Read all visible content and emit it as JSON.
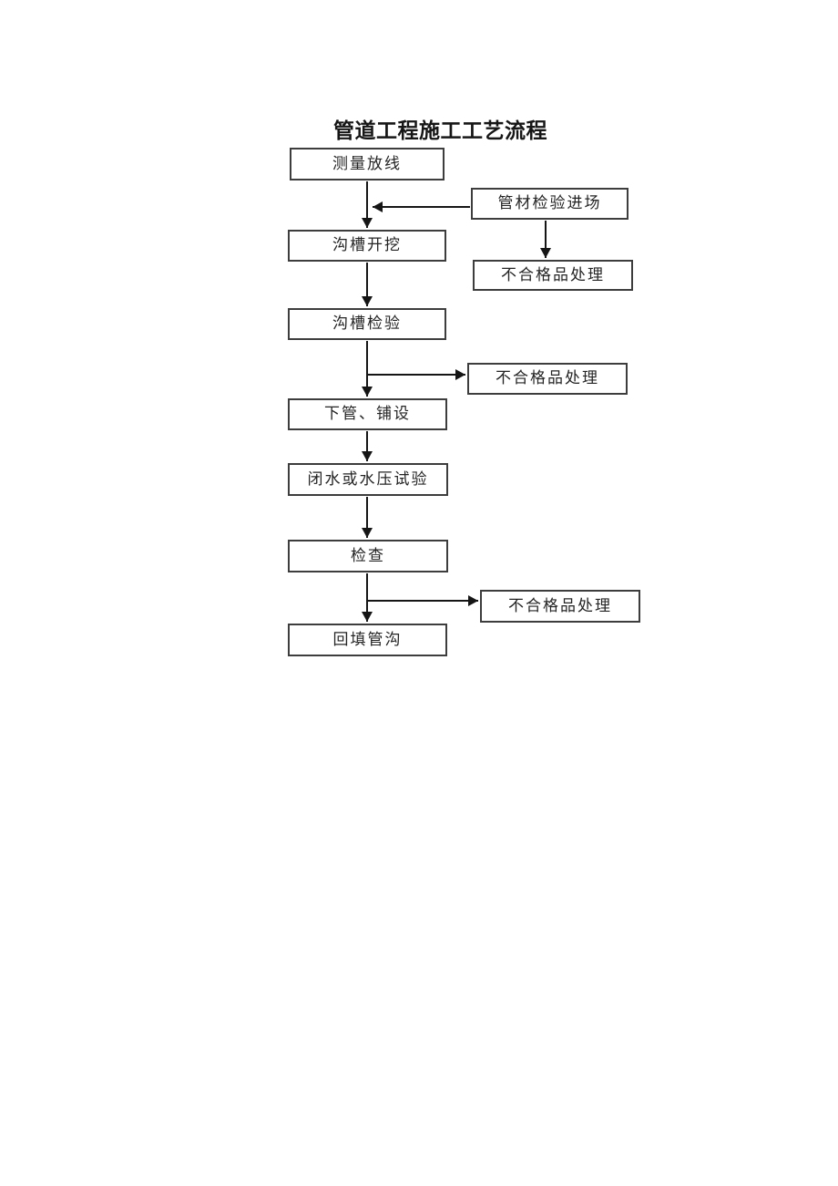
{
  "title": "管道工程施工工艺流程",
  "flowchart": {
    "type": "flowchart",
    "main_steps": [
      {
        "id": "survey-layout",
        "label": "测量放线"
      },
      {
        "id": "trench-excavation",
        "label": "沟槽开挖"
      },
      {
        "id": "trench-inspection",
        "label": "沟槽检验"
      },
      {
        "id": "pipe-lowering-laying",
        "label": "下管、铺设"
      },
      {
        "id": "water-pressure-test",
        "label": "闭水或水压试验"
      },
      {
        "id": "inspection",
        "label": "检查"
      },
      {
        "id": "backfill-trench",
        "label": "回填管沟"
      }
    ],
    "side_nodes": [
      {
        "id": "pipe-material-inspection-entry",
        "label": "管材检验进场"
      },
      {
        "id": "nonconforming-handling-1",
        "label": "不合格品处理"
      },
      {
        "id": "nonconforming-handling-2",
        "label": "不合格品处理"
      },
      {
        "id": "nonconforming-handling-3",
        "label": "不合格品处理"
      }
    ],
    "edges": [
      "测量放线 → 沟槽开挖",
      "管材检验进场 → (汇入测量放线至沟槽开挖连线)",
      "管材检验进场 → 不合格品处理",
      "沟槽开挖 → 沟槽检验",
      "沟槽检验 → 下管、铺设",
      "沟槽检验 → 不合格品处理",
      "下管、铺设 → 闭水或水压试验",
      "闭水或水压试验 → 检查",
      "检查 → 回填管沟",
      "检查 → 不合格品处理"
    ]
  },
  "colors": {
    "background": "#ffffff",
    "box_border": "#3d3d3d",
    "arrow": "#151515",
    "text": "#242424"
  }
}
